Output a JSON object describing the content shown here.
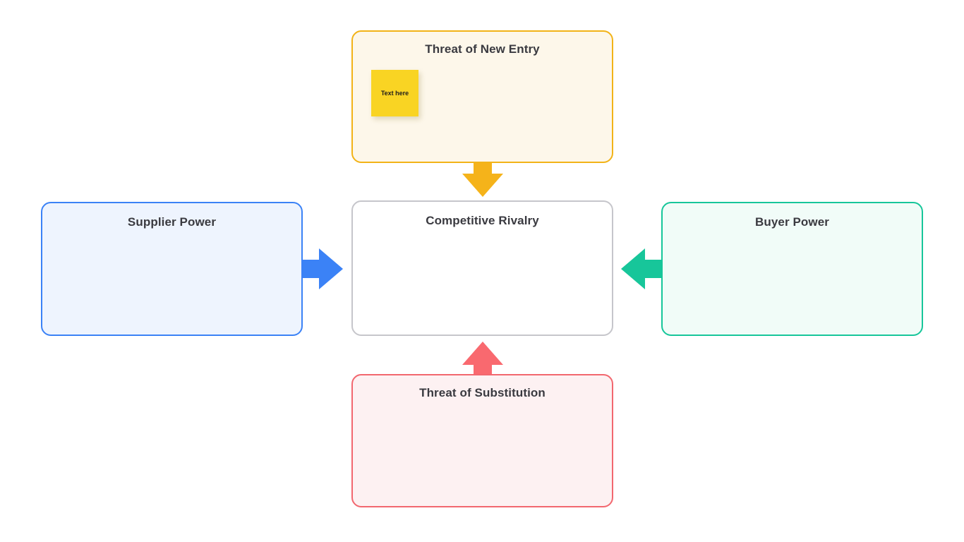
{
  "diagram": {
    "type": "porters-five-forces",
    "background_color": "#ffffff",
    "cards": [
      {
        "id": "new-entry",
        "title": "Threat of New Entry",
        "position": "top",
        "fill_color": "#fdf7ea",
        "border_color": "#f2b318",
        "notes": [
          {
            "text": "Text here",
            "color": "#f9d423"
          }
        ]
      },
      {
        "id": "rivalry",
        "title": "Competitive Rivalry",
        "position": "center",
        "fill_color": "#ffffff",
        "border_color": "#c6c6cb",
        "notes": []
      },
      {
        "id": "supplier",
        "title": "Supplier Power",
        "position": "left",
        "fill_color": "#eef4fe",
        "border_color": "#3b82f6",
        "notes": []
      },
      {
        "id": "buyer",
        "title": "Buyer Power",
        "position": "right",
        "fill_color": "#f1fcf8",
        "border_color": "#17c69a",
        "notes": []
      },
      {
        "id": "substitution",
        "title": "Threat of Substitution",
        "position": "bottom",
        "fill_color": "#fdf1f2",
        "border_color": "#f2676f",
        "notes": []
      }
    ],
    "arrows": [
      {
        "id": "down",
        "direction": "down",
        "from": "new-entry",
        "to": "rivalry",
        "color": "#f5b31a"
      },
      {
        "id": "right",
        "direction": "right",
        "from": "supplier",
        "to": "rivalry",
        "color": "#3b82f6"
      },
      {
        "id": "left",
        "direction": "left",
        "from": "buyer",
        "to": "rivalry",
        "color": "#17c69a"
      },
      {
        "id": "up",
        "direction": "up",
        "from": "substitution",
        "to": "rivalry",
        "color": "#f9696f"
      }
    ]
  }
}
